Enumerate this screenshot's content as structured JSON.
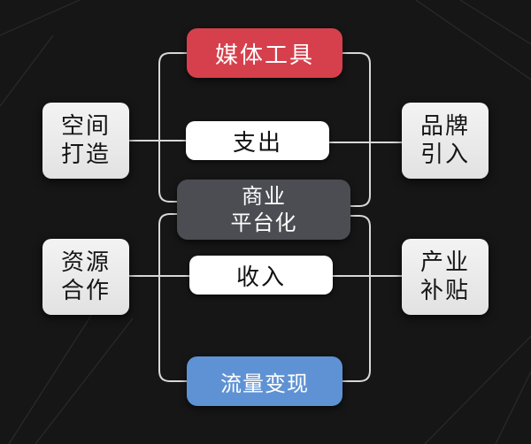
{
  "center": {
    "line1": "商业",
    "line2": "平台化"
  },
  "top_box": {
    "label": "媒体工具",
    "color": "#d6404c"
  },
  "bottom_box": {
    "label": "流量变现",
    "color": "#5f92d4"
  },
  "pill_top": {
    "label": "支出"
  },
  "pill_bottom": {
    "label": "收入"
  },
  "left_top": {
    "line1": "空间",
    "line2": "打造"
  },
  "left_bottom": {
    "line1": "资源",
    "line2": "合作"
  },
  "right_top": {
    "line1": "品牌",
    "line2": "引入"
  },
  "right_bottom": {
    "line1": "产业",
    "line2": "补贴"
  }
}
